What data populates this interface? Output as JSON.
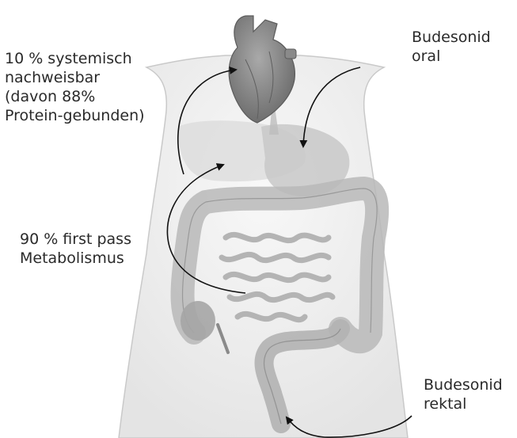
{
  "labels": {
    "systemic": {
      "lines": [
        "10 % systemisch",
        "nachweisbar",
        "(davon 88%",
        "Protein-gebunden)"
      ]
    },
    "oral": {
      "lines": [
        "Budesonid",
        "oral"
      ]
    },
    "first_pass": {
      "lines": [
        "90 % first pass",
        "Metabolismus"
      ]
    },
    "rectal": {
      "lines": [
        "Budesonid",
        "rektal"
      ]
    }
  },
  "colors": {
    "torso": "#f1f1f1",
    "torso_outline": "#c4c4c4",
    "organ_light": "#cfcfcf",
    "organ_mid": "#a8a8a8",
    "organ_dark": "#7a7a7a",
    "heart": "#8e8e8e",
    "arrow": "#111111"
  }
}
